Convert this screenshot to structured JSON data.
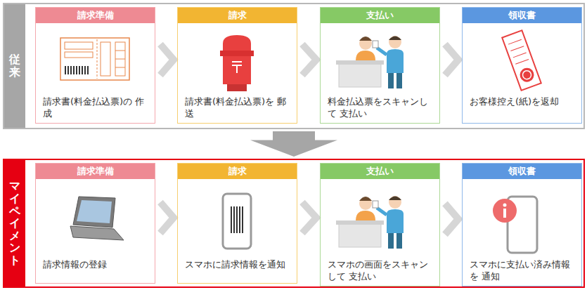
{
  "diagram": {
    "nodes": [
      {
        "text": [
          "従来"
        ]
      },
      {
        "text": [
          "請求準備",
          "請求書(料金払込票)の 作成"
        ],
        "in": 0
      },
      {
        "text": [
          "請求",
          "請求書(料金払込票)を 郵送"
        ],
        "in": 0
      },
      {
        "text": [
          "支払い",
          "料金払込票をスキャンして 支払い"
        ],
        "in": 0
      },
      {
        "text": [
          "領収書",
          "お客様控え(紙)を返却"
        ],
        "in": 0
      },
      {
        "text": [
          "マイペイメント"
        ]
      },
      {
        "text": [
          "請求準備",
          "請求情報の登録"
        ],
        "in": 5
      },
      {
        "text": [
          "請求",
          "スマホに請求情報を通知"
        ],
        "in": 5
      },
      {
        "text": [
          "支払い",
          "スマホの画面をスキャンして 支払い"
        ],
        "in": 5
      },
      {
        "text": [
          "領収書",
          "スマホに支払い済み情報を 通知"
        ],
        "in": 5
      }
    ],
    "edges": [
      {
        "from": 1,
        "to": 2,
        "arrow": "to"
      },
      {
        "from": 2,
        "to": 3,
        "arrow": "to"
      },
      {
        "from": 3,
        "to": 4,
        "arrow": "to"
      },
      {
        "from": 0,
        "to": 5,
        "arrow": "to"
      },
      {
        "from": 6,
        "to": 7,
        "arrow": "to"
      },
      {
        "from": 7,
        "to": 8,
        "arrow": "to"
      },
      {
        "from": 8,
        "to": 9,
        "arrow": "to"
      }
    ]
  }
}
